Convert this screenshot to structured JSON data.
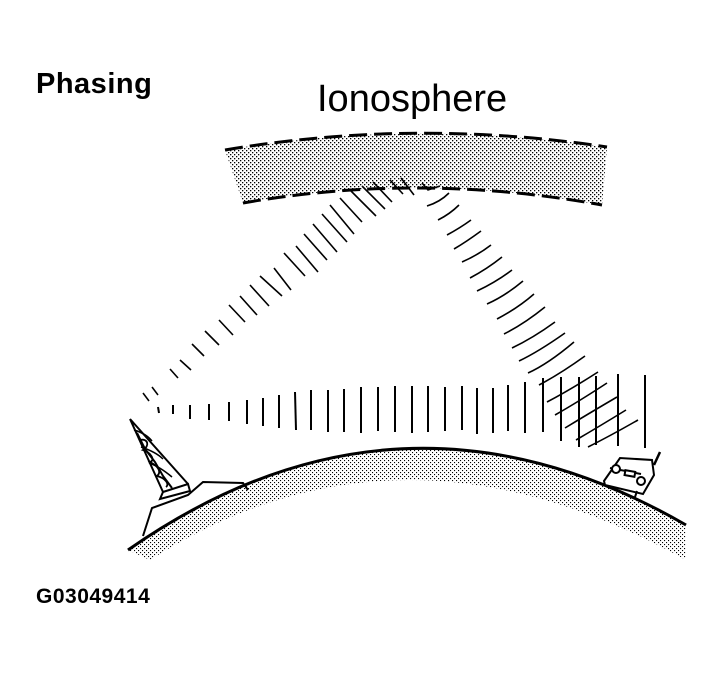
{
  "title": "Phasing",
  "layer_label": "Ionosphere",
  "figure_id": "G03049414",
  "colors": {
    "ink": "#000000",
    "background": "#ffffff",
    "stipple": "#9a9a9a"
  },
  "elements": {
    "ionosphere_band": "stippled curved band with dashed top and bottom edges",
    "earth": "stippled curved earth surface arc",
    "transmitter": "lattice radio tower on a building base",
    "receiver": "car with antenna on right side of earth arc",
    "waves": [
      "sky-wave going up to ionosphere",
      "sky-wave reflected down to car",
      "ground wave direct to car"
    ]
  }
}
